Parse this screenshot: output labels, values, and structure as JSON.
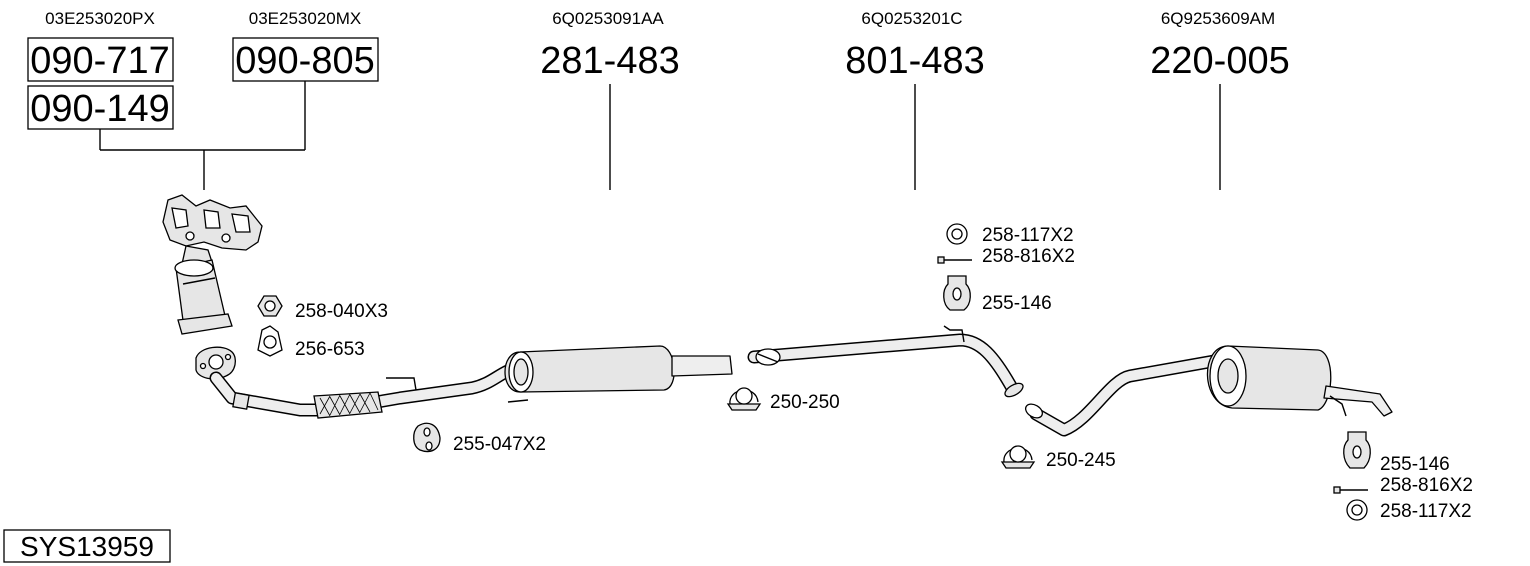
{
  "system_label": "SYS13959",
  "oe_numbers": {
    "cat_front_px": "03E253020PX",
    "cat_front_mx": "03E253020MX",
    "front_pipe": "6Q0253091AA",
    "middle_pipe": "6Q0253201C",
    "rear_silencer": "6Q9253609AM"
  },
  "parts": {
    "cat_090_717": "090-717",
    "cat_090_149": "090-149",
    "cat_090_805": "090-805",
    "front_pipe": "281-483",
    "middle_pipe": "801-483",
    "rear_silencer": "220-005"
  },
  "accessories": {
    "nut": "258-040X3",
    "gasket": "256-653",
    "rubber_front": "255-047X2",
    "clamp_front": "250-250",
    "ring_mid": "258-117X2",
    "bolt_mid": "258-816X2",
    "rubber_mid": "255-146",
    "clamp_rear": "250-245",
    "rubber_rear": "255-146",
    "bolt_rear": "258-816X2",
    "ring_rear": "258-117X2"
  }
}
